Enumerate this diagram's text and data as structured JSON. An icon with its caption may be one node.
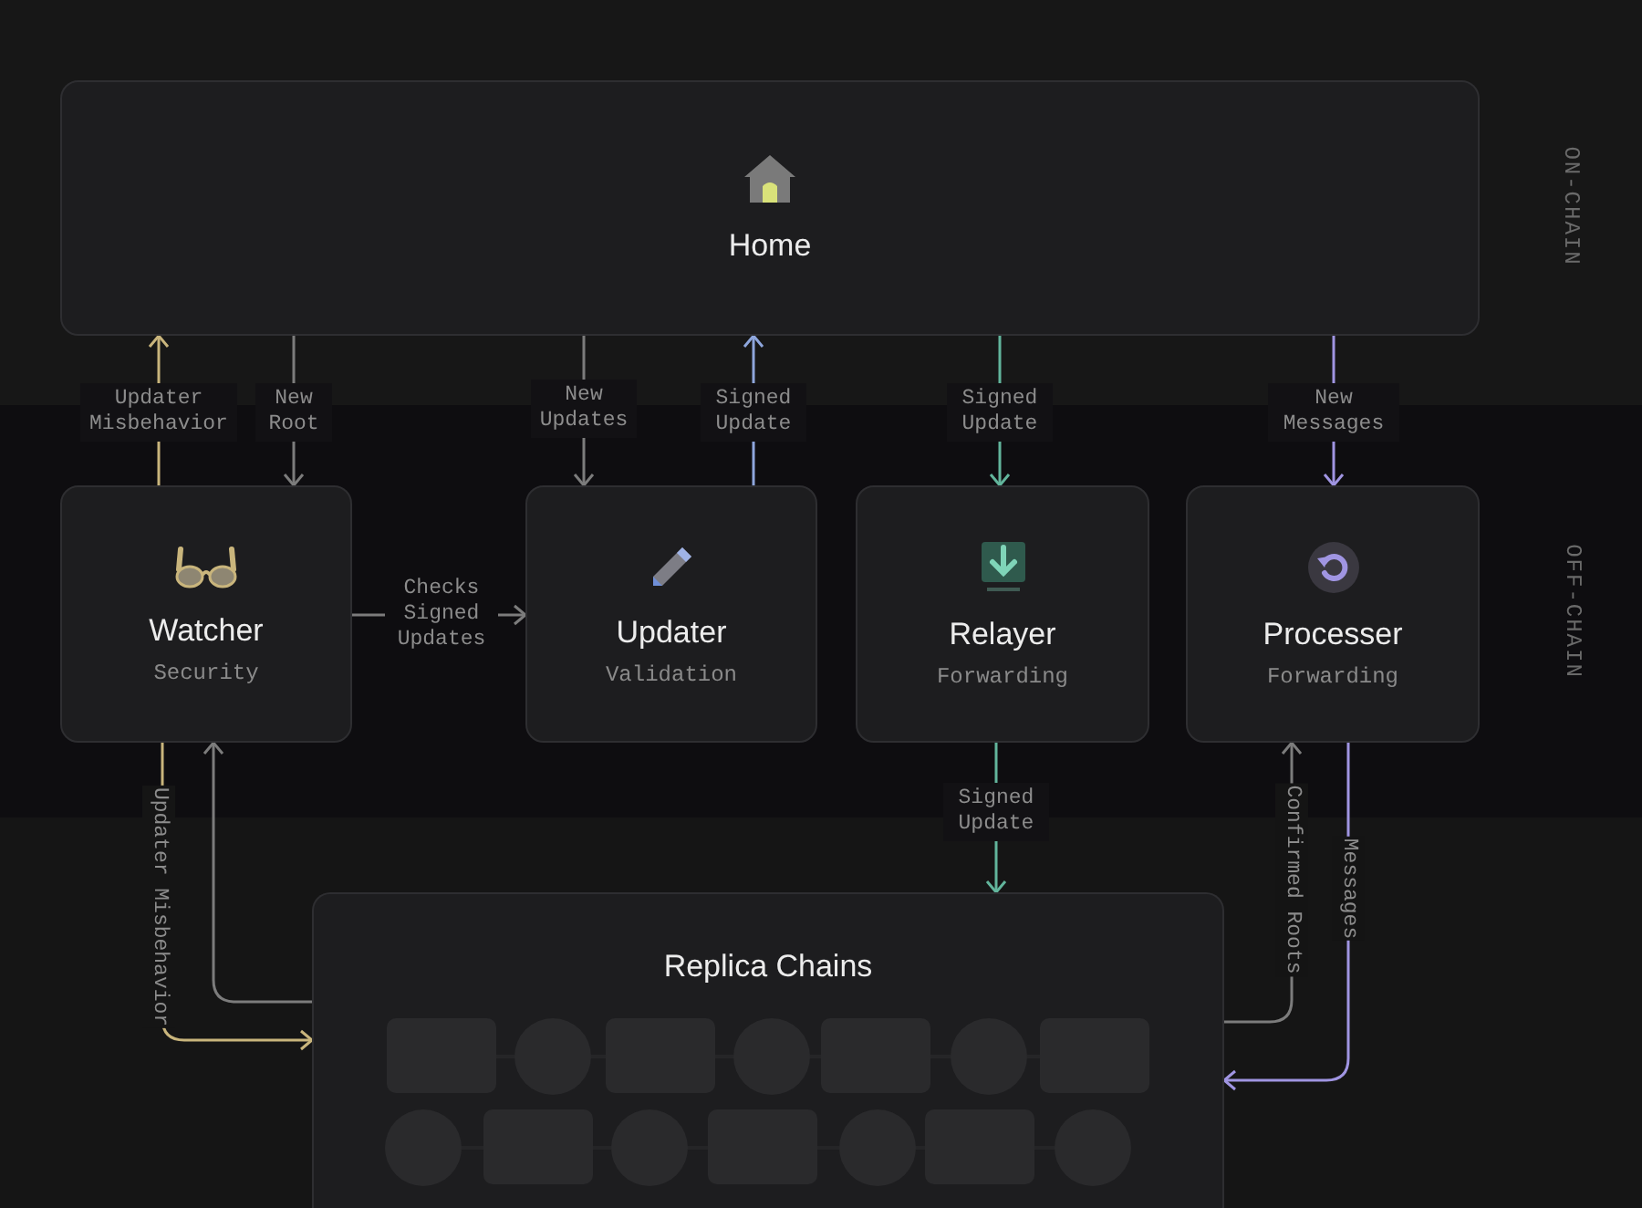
{
  "diagram": {
    "nodes": [
      {
        "text": [
          "Home"
        ]
      },
      {
        "text": [
          "Watcher",
          "Security"
        ]
      },
      {
        "text": [
          "Updater",
          "Validation"
        ]
      },
      {
        "text": [
          "Relayer",
          "Forwarding"
        ]
      },
      {
        "text": [
          "Processer",
          "Forwarding"
        ]
      },
      {
        "text": [
          "Replica Chains"
        ]
      }
    ],
    "edges": [
      {
        "from": 1,
        "to": 0,
        "arrow": "to",
        "label": "Updater Misbehavior",
        "color": "#c9b57c"
      },
      {
        "from": 0,
        "to": 1,
        "arrow": "to",
        "label": "New Root"
      },
      {
        "from": 0,
        "to": 2,
        "arrow": "to",
        "label": "New Updates"
      },
      {
        "from": 2,
        "to": 0,
        "arrow": "to",
        "label": "Signed Update",
        "color": "#8ea6dc"
      },
      {
        "from": 0,
        "to": 3,
        "arrow": "to",
        "label": "Signed Update",
        "color": "#62b59c"
      },
      {
        "from": 0,
        "to": 4,
        "arrow": "to",
        "label": "New Messages",
        "color": "#a095e2"
      },
      {
        "from": 1,
        "to": 2,
        "arrow": "to",
        "label": "Checks Signed Updates"
      },
      {
        "from": 1,
        "to": 5,
        "arrow": "to",
        "label": "Updater Misbehavior",
        "color": "#c9b57c"
      },
      {
        "from": 5,
        "to": 1,
        "arrow": "to"
      },
      {
        "from": 3,
        "to": 5,
        "arrow": "to",
        "label": "Signed Update",
        "color": "#62b59c"
      },
      {
        "from": 5,
        "to": 4,
        "arrow": "to",
        "label": "Confirmed Roots"
      },
      {
        "from": 4,
        "to": 5,
        "arrow": "to",
        "label": "Messages",
        "color": "#a095e2"
      }
    ],
    "labels": [
      "ON-CHAIN",
      "OFF-CHAIN"
    ]
  }
}
